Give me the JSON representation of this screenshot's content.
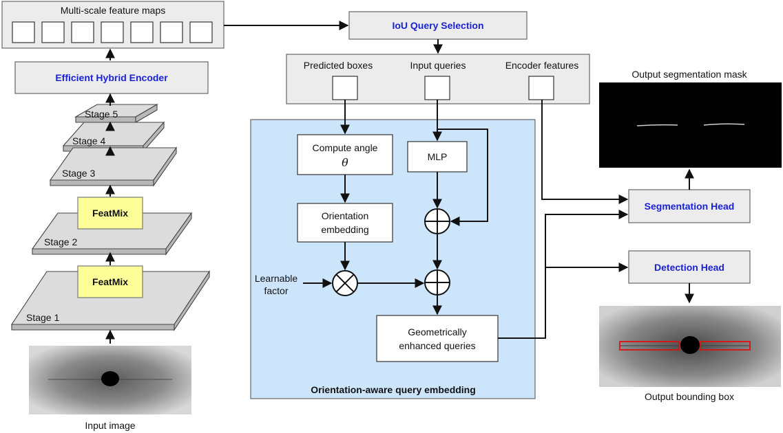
{
  "left": {
    "multiscale_label": "Multi-scale feature maps",
    "encoder_label": "Efficient Hybrid Encoder",
    "stage5": "Stage 5",
    "stage4": "Stage 4",
    "stage3": "Stage 3",
    "stage2": "Stage 2",
    "stage1": "Stage 1",
    "featmix_upper": "FeatMix",
    "featmix_lower": "FeatMix",
    "input_image_label": "Input image"
  },
  "middle": {
    "iou_label": "IoU Query Selection",
    "predicted_boxes": "Predicted boxes",
    "input_queries": "Input queries",
    "encoder_features": "Encoder features",
    "compute_angle": "Compute angle",
    "theta": "θ",
    "mlp": "MLP",
    "orientation_line1": "Orientation",
    "orientation_line2": "embedding",
    "learnable_line1": "Learnable",
    "learnable_line2": "factor",
    "geo_line1": "Geometrically",
    "geo_line2": "enhanced queries",
    "panel_title": "Orientation-aware query embedding"
  },
  "right": {
    "seg_mask_label": "Output segmentation mask",
    "seg_head_label": "Segmentation Head",
    "det_head_label": "Detection Head",
    "bbox_label": "Output bounding box"
  },
  "colors": {
    "panel_fill": "#cce5fb",
    "title_blue": "#1a22d6",
    "featmix_fill": "#ffff99",
    "bbox_red": "#dd1111"
  }
}
